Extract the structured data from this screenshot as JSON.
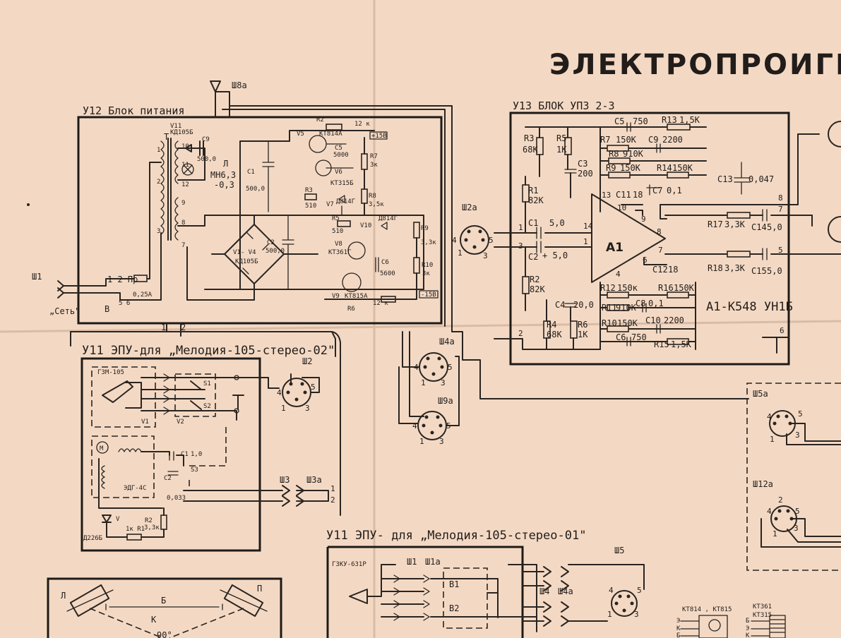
{
  "title": "ЭЛЕКТРОПРОИГРЫ",
  "blocks": {
    "u12": "У12 Блок питания",
    "u13": "У13 БЛОК УПЗ 2-3",
    "u11a": "У11 ЭПУ-для „Мелодия-105-стерео-02\"",
    "u11b": "У11 ЭПУ- для „Мелодия-105-стерео-01\""
  },
  "chip": {
    "name": "А1",
    "type": "А1-К548 УН1Б"
  },
  "connectors": {
    "sh8a": "Ш8а",
    "sh1": "Ш1",
    "set": "„Сеть\"",
    "sh2a": "Ш2а",
    "sh4a": "Ш4а",
    "sh9a": "Ш9а",
    "sh2": "Ш2",
    "sh3": "Ш3",
    "sh3a": "Ш3а",
    "sh5a": "Ш5а",
    "sh12a": "Ш12а",
    "sh1b": "Ш1",
    "sh1a": "Ш1а",
    "sh4": "Ш4",
    "sh4a2": "Ш4а",
    "sh5": "Ш5"
  },
  "labels": {
    "v11": "V11",
    "kd105b": "КД105Б",
    "c9": "С9",
    "c9v": "500,0",
    "l": "Л",
    "mn": "МН6,3",
    "mn2": "-0,3",
    "t": "Т",
    "w10": "10",
    "w11": "11",
    "w12": "12",
    "w2": "2",
    "w9": "9",
    "w8": "8",
    "w7": "7",
    "w3": "3",
    "w1": "1",
    "pr": "1  2 Пр",
    "prv": "0,25А",
    "bb": "В",
    "b56": "5  6",
    "r2": "R2",
    "v5": "V5",
    "kt814a": "КТ814А",
    "r12k": "12 к",
    "p158": "+15В",
    "c5": "С5",
    "c5v": "5000",
    "v6": "V6",
    "r7": "R7",
    "r7v": "3к",
    "kt315b": "КТ315Б",
    "r3": "R3",
    "r3v": "510",
    "v7": "V7",
    "d814g": "Д814Г",
    "r8": "R8",
    "r8v": "3,5к",
    "c1": "С1",
    "c1v": "500,0",
    "r5": "R5",
    "r5v": "510",
    "v10": "V10",
    "d814g2": "Д814Г",
    "r9": "R9",
    "r9v": "3,3к",
    "v14": "V1- V4",
    "kd105b2": "КД105Б",
    "c2": "С2",
    "c2v": "500,0",
    "v8": "V8",
    "kt361g": "КТ361Г",
    "c6": "С6",
    "c6v": "5600",
    "r10": "R10",
    "r10v": "3к",
    "v9": "V9",
    "kt815a": "КТ815А",
    "r6": "R6",
    "r6v": "12 к",
    "m15": "-15В",
    "bus1": "1",
    "bus2": "2",
    "u_r3": "R3",
    "u_r3v": "68К",
    "u_r5": "R5",
    "u_r5v": "1К",
    "u_c3": "С3",
    "u_c3v": "200",
    "u_c5": "С5",
    "u_c5v": "750",
    "u_r13": "R13",
    "u_r13v": "1,5К",
    "u_r7": "R7",
    "u_r7v": "150К",
    "u_c9": "С9",
    "u_c9v": "2200",
    "u_r8": "R8",
    "u_r8v": "910К",
    "u_r9": "R9",
    "u_r9v": "150К",
    "u_r14": "R14",
    "u_r14v": "150К",
    "u_r1": "R1",
    "u_r1v": "82К",
    "u_13": "13",
    "u_c11": "С11",
    "u_c11v": "18",
    "u_c7": "С7",
    "u_c7v": "0,1",
    "u_c13": "С13",
    "u_c13v": "0,047",
    "u_c1": "С1",
    "u_c1v": "5,0",
    "u_c2": "С2",
    "u_c2v": "+ 5,0",
    "u_r17": "R17",
    "u_r17v": "3,3К",
    "u_c14": "С14",
    "u_c14v": "5,0",
    "u_r18": "R18",
    "u_r18v": "3,3К",
    "u_c15": "С15",
    "u_c15v": "5,0",
    "u_c12": "С12",
    "u_c12v": "18",
    "u_r2": "R2",
    "u_r2v": "82К",
    "u_r12": "R12",
    "u_r12v": "150к",
    "u_r16": "R16",
    "u_r16v": "150К",
    "u_c4": "С4",
    "u_c4v": "20,0",
    "u_r11": "R11",
    "u_r11v": "910К",
    "u_c8": "С8",
    "u_c8v": "0,1",
    "u_r4": "R4",
    "u_r4v": "68К",
    "u_r6": "R6",
    "u_r6v": "1К",
    "u_r10": "R10",
    "u_r10v": "150К",
    "u_c10": "С10",
    "u_c10v": "2200",
    "u_c6": "С6",
    "u_c6v": "750",
    "u_r15": "R15",
    "u_r15v": "1,5К",
    "p1": "1",
    "p2": "2",
    "p3": "3",
    "p4": "4",
    "p5": "5",
    "p6": "6",
    "p7": "7",
    "p8": "8",
    "p9": "9",
    "p10": "10",
    "p14": "14",
    "gzm": "ГЗМ-105",
    "s1": "S1",
    "s2": "S2",
    "v1": "V1",
    "v2": "V2",
    "m": "М",
    "c1s": "С1",
    "c1sv": "1,0",
    "s3": "S3",
    "c2s": "С2",
    "c2sv": "0,033",
    "edg": "ЭДГ-4С",
    "d226b": "Д226Б",
    "v": "V",
    "r1s": "1к  R1",
    "r2s": "R2",
    "r2sv": "3,3к",
    "gzku": "ГЗКУ-631Р",
    "b1": "В1",
    "b2": "В2",
    "kt814_815": "КТ814 , КТ815",
    "ebk1": "Э",
    "ebk2": "К",
    "ebk3": "Б",
    "kt361_315": "КТ361",
    "kt315": "КТ315",
    "bek1": "Б",
    "bek2": "Э",
    "bek3": "К",
    "lL": "Л",
    "lP": "П",
    "lB": "Б",
    "lK": "К",
    "deg": "90°"
  }
}
